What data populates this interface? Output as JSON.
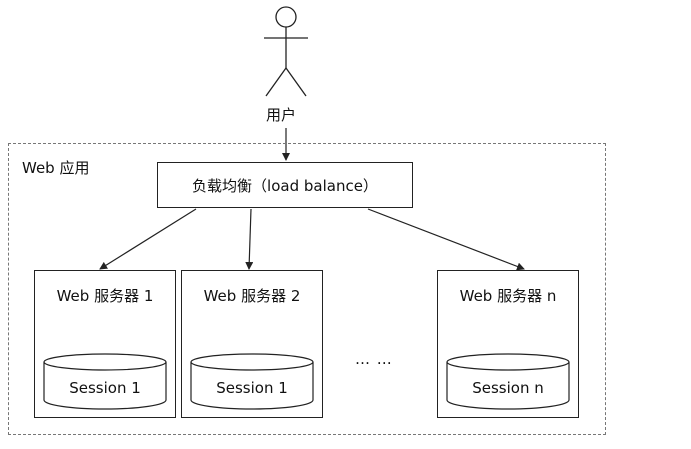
{
  "diagram": {
    "user": {
      "label": "用户"
    },
    "region": {
      "label": "Web 应用"
    },
    "load_balancer": {
      "label": "负载均衡（load balance）"
    },
    "servers": [
      {
        "label": "Web 服务器 1",
        "session": "Session 1"
      },
      {
        "label": "Web 服务器 2",
        "session": "Session 1"
      },
      {
        "label": "Web 服务器 n",
        "session": "Session n"
      }
    ],
    "ellipsis": "… …"
  }
}
